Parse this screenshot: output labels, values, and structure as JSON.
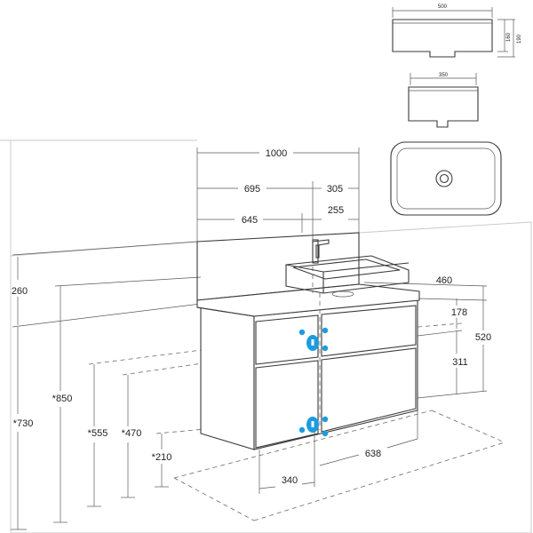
{
  "dimensions": {
    "d1000": "1000",
    "d695": "695",
    "d305": "305",
    "d645": "645",
    "d255": "255",
    "d460": "460",
    "d260": "260",
    "d178": "178",
    "d520": "520",
    "d311": "311",
    "d850": "*850",
    "d730": "*730",
    "d555": "*555",
    "d470": "*470",
    "d210": "*210",
    "d340": "340",
    "d638": "638"
  },
  "basin_front": {
    "width": "500",
    "h1": "160",
    "h2": "190"
  },
  "basin_section": {
    "width": "350"
  },
  "colors": {
    "marker": "#1e9be0",
    "line": "#3a3a3a"
  }
}
